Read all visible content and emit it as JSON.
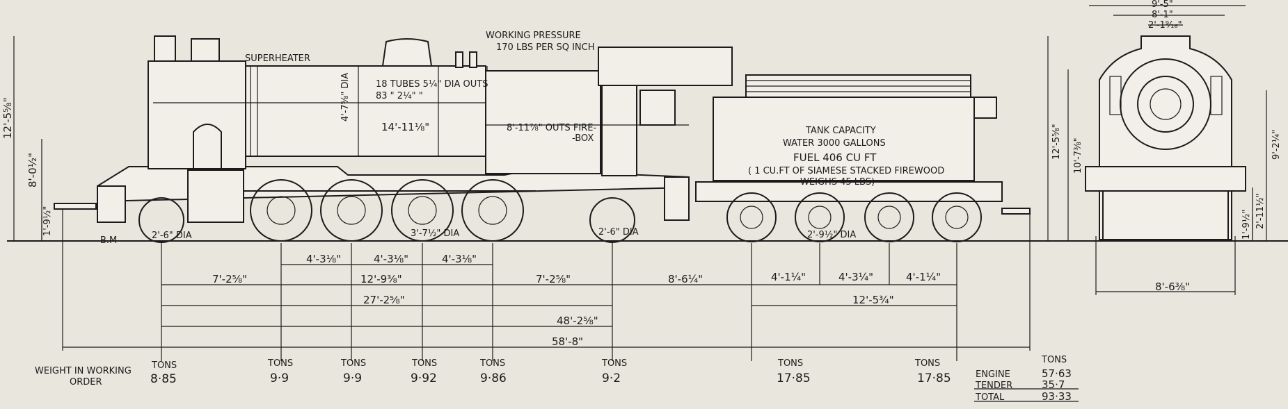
{
  "colors": {
    "paper": "#e9e6dd",
    "ink": "#1b1b1b"
  },
  "labels": {
    "superheater": "SUPERHEATER",
    "working_pressure_1": "WORKING PRESSURE",
    "working_pressure_2": "170 LBS PER SQ INCH",
    "tubes_1": "18 TUBES 5¼\" DIA OUTS",
    "tubes_2": "83   \"   2¼\"   \"",
    "boiler_dia": "4'-7⅝\" DIA",
    "boiler_len": "14'-11⅛\"",
    "firebox_1": "8'-11⅞\" OUTS FIRE-",
    "firebox_2": "-BOX",
    "tank_1": "TANK CAPACITY",
    "tank_2": "WATER  3000 GALLONS",
    "tank_3": "FUEL  406 CU FT",
    "tank_4": "( 1 CU.FT OF SIAMESE STACKED FIREWOOD",
    "tank_5": "WEIGHS 45 LBS)",
    "wheel_front": "2'-6\" DIA",
    "wheel_driving": "3'-7½\" DIA",
    "wheel_trailing": "2'-6\" DIA",
    "wheel_tender": "2'-9½\" DIA",
    "maker": "B.M",
    "h_overall": "12'-5⅝\"",
    "h_boiler": "8'-0½\"",
    "h_buffer": "1'-9½\"",
    "h_tender": "12'-5⅝\"",
    "h_tender2": "10'-7⅜\"",
    "end_top": "9'-5\"",
    "end_w1": "8'-1\"",
    "end_w2": "2'-1⁹⁄₁₆\"",
    "end_h": "9'-2¼\"",
    "end_h2": "2'-11½\"",
    "end_h3": "1'-9½\"",
    "end_width": "8'-6⅜\""
  },
  "dimensions": {
    "d1": "7'-2⅝\"",
    "d2": "4'-3⅛\"",
    "d3": "4'-3⅛\"",
    "d4": "4'-3⅛\"",
    "d5": "12'-9⅜\"",
    "d6": "7'-2⅝\"",
    "d7": "8'-6¼\"",
    "d8": "4'-1¼\"",
    "d9": "4'-3¼\"",
    "d10": "4'-1¼\"",
    "d11": "27'-2⅝\"",
    "d12": "12'-5¾\"",
    "d13": "48'-2⅝\"",
    "d14": "58'-8\""
  },
  "weights": {
    "heading_1": "WEIGHT IN WORKING",
    "heading_2": "ORDER",
    "unit": "TONS",
    "axles": [
      "8·85",
      "9·9",
      "9·9",
      "9·92",
      "9·86",
      "9·2",
      "17·85",
      "17·85"
    ],
    "summary": [
      {
        "label": "ENGINE",
        "value": "57·63"
      },
      {
        "label": "TENDER",
        "value": "35·7"
      },
      {
        "label": "TOTAL",
        "value": "93·33"
      }
    ]
  }
}
